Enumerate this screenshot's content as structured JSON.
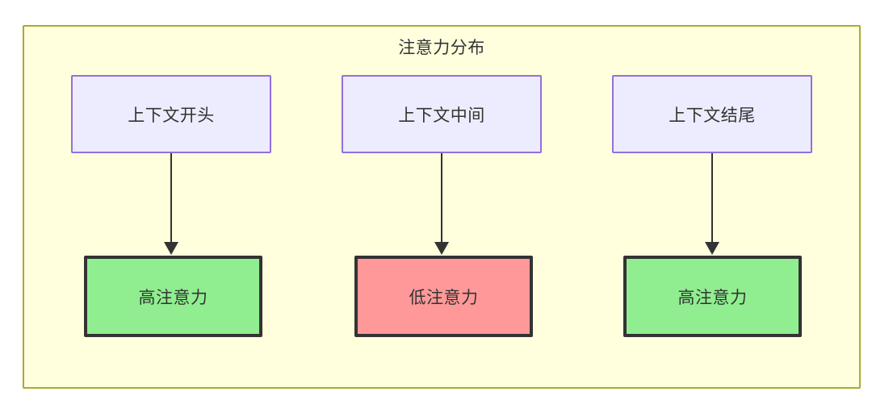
{
  "diagram": {
    "title": "注意力分布",
    "type": "flowchart",
    "container": {
      "fill_color": "#ffffde",
      "border_color": "#aaaa33"
    },
    "columns": [
      {
        "context_label": "上下文开头",
        "attention_label": "高注意力",
        "attention_level": "high",
        "attention_fill": "#90ee90"
      },
      {
        "context_label": "上下文中间",
        "attention_label": "低注意力",
        "attention_level": "low",
        "attention_fill": "#ff9999"
      },
      {
        "context_label": "上下文结尾",
        "attention_label": "高注意力",
        "attention_level": "high",
        "attention_fill": "#90ee90"
      }
    ],
    "context_node_style": {
      "fill_color": "#ececfe",
      "border_color": "#9370db"
    },
    "edge_color": "#333333"
  }
}
